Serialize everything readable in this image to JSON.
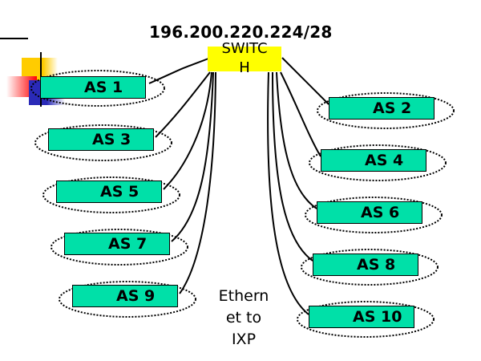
{
  "diagram": {
    "subnet_label": "196.200.220.224/28",
    "switch": {
      "label_line1": "SWITC",
      "label_line2": "H",
      "color": "#ffff00"
    },
    "ethernet_label": {
      "line1": "Ethern",
      "line2": "et to",
      "line3": "IXP"
    },
    "as_color": "#00e0a8",
    "nodes": [
      {
        "label": "AS 1",
        "side": "left"
      },
      {
        "label": "AS 2",
        "side": "right"
      },
      {
        "label": "AS 3",
        "side": "left"
      },
      {
        "label": "AS 4",
        "side": "right"
      },
      {
        "label": "AS 5",
        "side": "left"
      },
      {
        "label": "AS 6",
        "side": "right"
      },
      {
        "label": "AS 7",
        "side": "left"
      },
      {
        "label": "AS 8",
        "side": "right"
      },
      {
        "label": "AS 9",
        "side": "left"
      },
      {
        "label": "AS 10",
        "side": "right"
      }
    ],
    "edges": [
      {
        "from": "SWITCH",
        "to": "AS 1"
      },
      {
        "from": "SWITCH",
        "to": "AS 2"
      },
      {
        "from": "SWITCH",
        "to": "AS 3"
      },
      {
        "from": "SWITCH",
        "to": "AS 4"
      },
      {
        "from": "SWITCH",
        "to": "AS 5"
      },
      {
        "from": "SWITCH",
        "to": "AS 6"
      },
      {
        "from": "SWITCH",
        "to": "AS 7"
      },
      {
        "from": "SWITCH",
        "to": "AS 8"
      },
      {
        "from": "SWITCH",
        "to": "AS 9"
      },
      {
        "from": "SWITCH",
        "to": "AS 10"
      }
    ]
  }
}
